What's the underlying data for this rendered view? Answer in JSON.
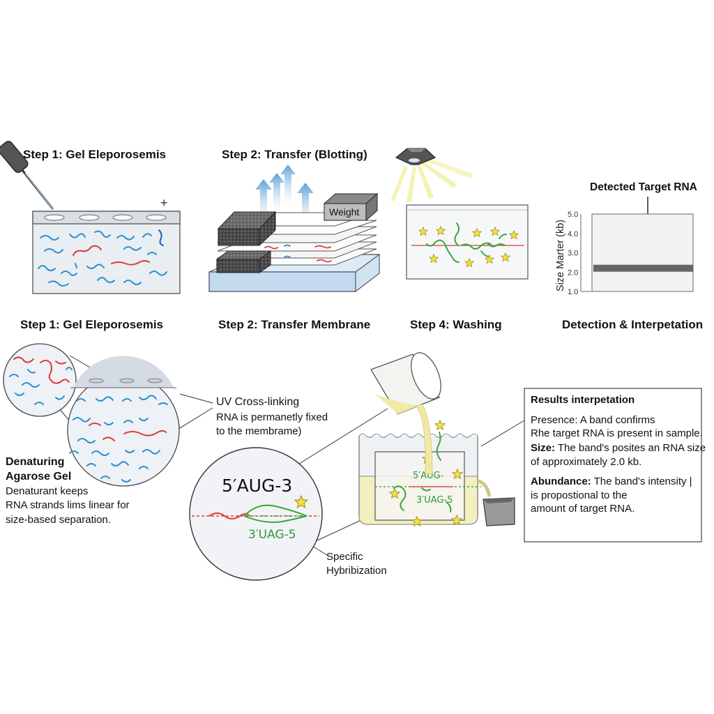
{
  "panels": {
    "gel": {
      "title": "Step 1: Gel Eleporosemis",
      "caption": "Step 1: Gel Eleporosemis",
      "plus_sign": "+"
    },
    "transfer": {
      "title": "Step 2: Transfer (Blotting)",
      "weight_label": "Weight",
      "caption": "Step 2: Transfer Membrane"
    },
    "washing": {
      "caption": "Step 4: Washing"
    },
    "detection": {
      "title": "Detected Target RNA",
      "caption": "Detection & Interpetation",
      "axis_label": "Size Marter (kb)",
      "ticks": [
        "5.0",
        "4.0",
        "3.0",
        "2.0",
        "1.0"
      ],
      "band_size_kb": 2.2
    }
  },
  "lower": {
    "uv": {
      "title": "UV Cross-linking",
      "line1": "RNA is permanetly fixed",
      "line2": "to the membrame)"
    },
    "denaturing": {
      "title1": "Denaturing",
      "title2": "Agarose Gel",
      "line1": "Denaturant keeps",
      "line2": "RNA strands lims linear for",
      "line3": "size-based separation."
    },
    "hybrid": {
      "seq_top": "5′AUG-3",
      "seq_bottom": "3′UAG-5",
      "label1": "Specific",
      "label2": "Hybribization"
    },
    "tank": {
      "seq_top": "5′AUG-",
      "seq_bottom": "3′UAG-5"
    }
  },
  "results": {
    "title": "Results interpetation",
    "presence_line1": "Presence: A band confirms",
    "presence_line2": "Rhe target RNA is present in sample.",
    "size_key": "Size:",
    "size_line1": " The band's posites an RNA size",
    "size_line2": "of approximately 2.0 kb.",
    "abundance_key": "Abundance:",
    "abundance_line1": " The band's intensity |",
    "abundance_line2": "is propostional to the",
    "abundance_line3": "amount of target RNA."
  },
  "colors": {
    "rna_blue": "#2a8fd0",
    "rna_red": "#e03a3a",
    "probe_green": "#3aa63a",
    "star_yellow": "#f2e03a",
    "arrow_blue": "#6aa6d6",
    "band_gray": "#666666"
  }
}
